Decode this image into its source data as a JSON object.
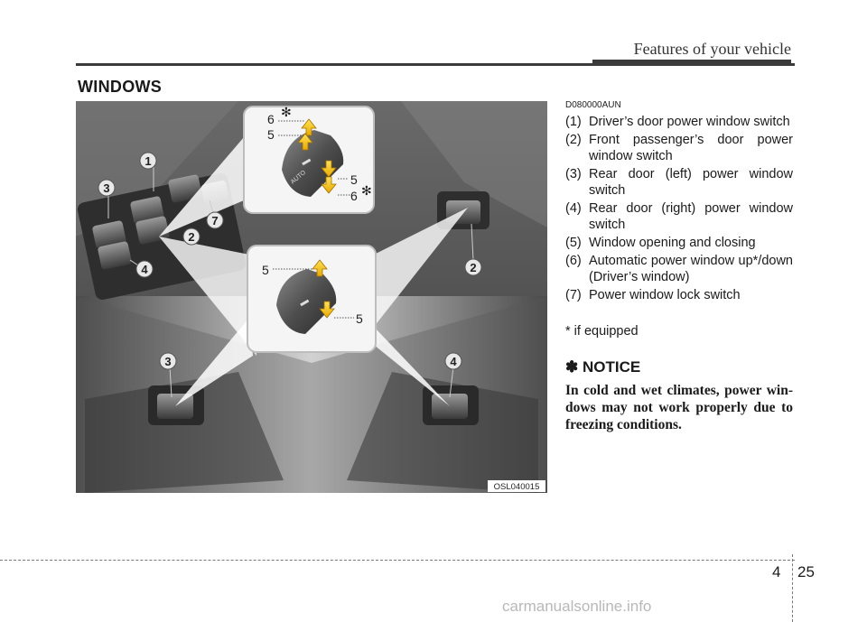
{
  "header": {
    "text": "Features of your vehicle"
  },
  "section": {
    "title": "WINDOWS"
  },
  "figure": {
    "code": "OSL040015",
    "callouts": [
      "1",
      "2",
      "3",
      "4",
      "7"
    ],
    "inset_labels": {
      "six": "6",
      "five": "5",
      "auto": "AUTO",
      "star": "✻"
    }
  },
  "doc_code": "D080000AUN",
  "items": [
    {
      "num": "(1)",
      "text": "Driver’s door power window switch"
    },
    {
      "num": "(2)",
      "text": "Front passenger’s door power window switch"
    },
    {
      "num": "(3)",
      "text": "Rear door (left) power window switch"
    },
    {
      "num": "(4)",
      "text": "Rear door (right) power window switch"
    },
    {
      "num": "(5)",
      "text": "Window opening and closing"
    },
    {
      "num": "(6)",
      "text": "Automatic power window up*/down (Driver’s window)"
    },
    {
      "num": "(7)",
      "text": "Power window lock switch"
    }
  ],
  "footnote": "* if equipped",
  "notice": {
    "title": "✽ NOTICE",
    "body": "In cold and wet climates, power win- dows may not work properly due to freezing conditions."
  },
  "footer": {
    "chapter": "4",
    "page": "25"
  },
  "watermark": "carmanualsonline.info"
}
